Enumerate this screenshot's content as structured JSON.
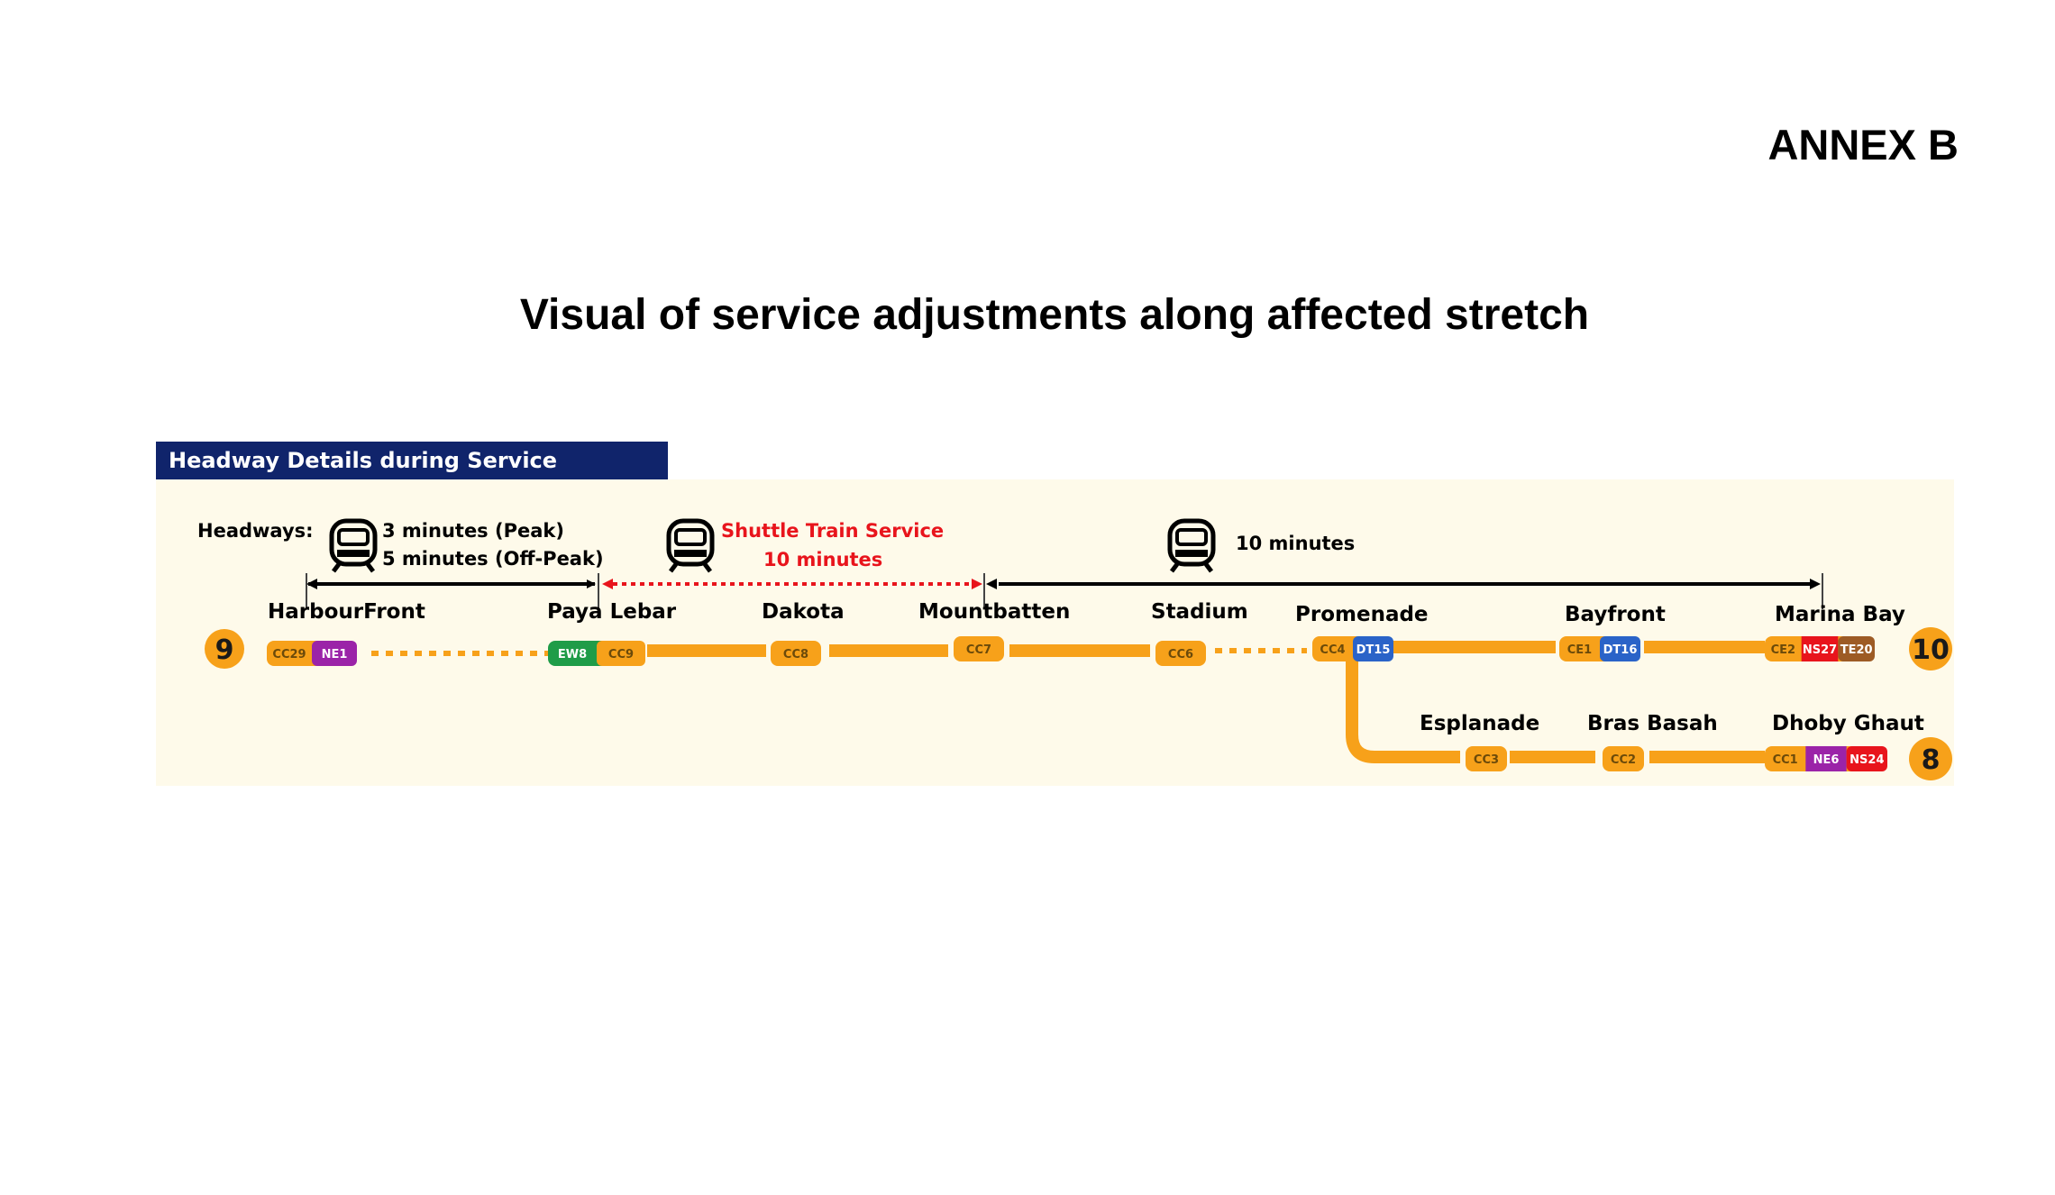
{
  "annex_label": "ANNEX B",
  "heading": "Visual of service adjustments along affected stretch",
  "panel_title": "Headway Details during Service Adjustment:",
  "headways_label": "Headways:",
  "segments": [
    {
      "lines": [
        "3 minutes (Peak)",
        "5 minutes (Off-Peak)"
      ],
      "icon": "train-icon",
      "color": "#000000"
    },
    {
      "lines": [
        "Shuttle Train Service",
        "10 minutes"
      ],
      "icon": "train-icon",
      "color": "#e8141c"
    },
    {
      "lines": [
        "10 minutes"
      ],
      "icon": "train-icon",
      "color": "#000000"
    }
  ],
  "line_color": "#f7a11a",
  "end_badges": {
    "left": "9",
    "right_main": "10",
    "right_branch": "8"
  },
  "stations": [
    {
      "name": "HarbourFront",
      "codes": [
        {
          "t": "CC29",
          "c": "#f7a11a"
        },
        {
          "t": "NE1",
          "c": "#9b23a8"
        }
      ]
    },
    {
      "name": "Paya Lebar",
      "codes": [
        {
          "t": "EW8",
          "c": "#1f9c48"
        },
        {
          "t": "CC9",
          "c": "#f7a11a"
        }
      ]
    },
    {
      "name": "Dakota",
      "codes": [
        {
          "t": "CC8",
          "c": "#f7a11a"
        }
      ]
    },
    {
      "name": "Mountbatten",
      "codes": [
        {
          "t": "CC7",
          "c": "#f7a11a"
        }
      ]
    },
    {
      "name": "Stadium",
      "codes": [
        {
          "t": "CC6",
          "c": "#f7a11a"
        }
      ]
    },
    {
      "name": "Promenade",
      "codes": [
        {
          "t": "CC4",
          "c": "#f7a11a"
        },
        {
          "t": "DT15",
          "c": "#2a63c8"
        }
      ]
    },
    {
      "name": "Bayfront",
      "codes": [
        {
          "t": "CE1",
          "c": "#f7a11a"
        },
        {
          "t": "DT16",
          "c": "#2a63c8"
        }
      ]
    },
    {
      "name": "Marina Bay",
      "codes": [
        {
          "t": "CE2",
          "c": "#f7a11a"
        },
        {
          "t": "NS27",
          "c": "#e8141c"
        },
        {
          "t": "TE20",
          "c": "#9d5b25"
        }
      ]
    }
  ],
  "branch_stations": [
    {
      "name": "Esplanade",
      "codes": [
        {
          "t": "CC3",
          "c": "#f7a11a"
        }
      ]
    },
    {
      "name": "Bras Basah",
      "codes": [
        {
          "t": "CC2",
          "c": "#f7a11a"
        }
      ]
    },
    {
      "name": "Dhoby Ghaut",
      "codes": [
        {
          "t": "CC1",
          "c": "#f7a11a"
        },
        {
          "t": "NE6",
          "c": "#9b23a8"
        },
        {
          "t": "NS24",
          "c": "#e8141c"
        }
      ]
    }
  ]
}
